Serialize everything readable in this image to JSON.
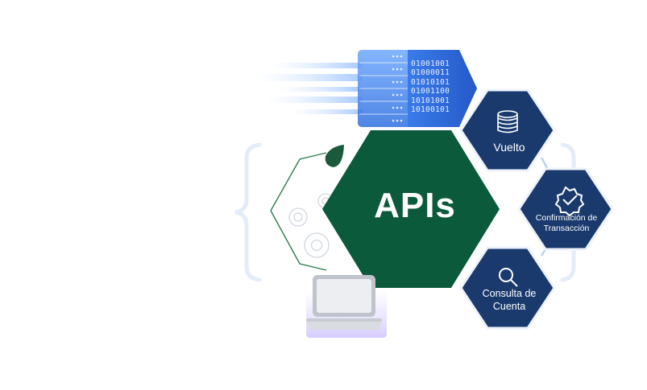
{
  "center": {
    "label": "APIs"
  },
  "binary_lines": [
    "01001001",
    "01000011",
    "01010101",
    "01001100",
    "10101001",
    "10100101"
  ],
  "services": [
    {
      "label": "Vuelto",
      "icon": "coin-stack-icon"
    },
    {
      "label": "Confirmación de Transacción",
      "icon": "check-badge-icon"
    },
    {
      "label": "Consulta de Cuenta",
      "icon": "magnifier-icon"
    }
  ],
  "colors": {
    "center_hex": "#0b5a3c",
    "service_hex": "#1a3a6e",
    "server_blue": "#3b82f6",
    "bracket": "#e3ecf8",
    "connector": "#bcd3ec"
  }
}
